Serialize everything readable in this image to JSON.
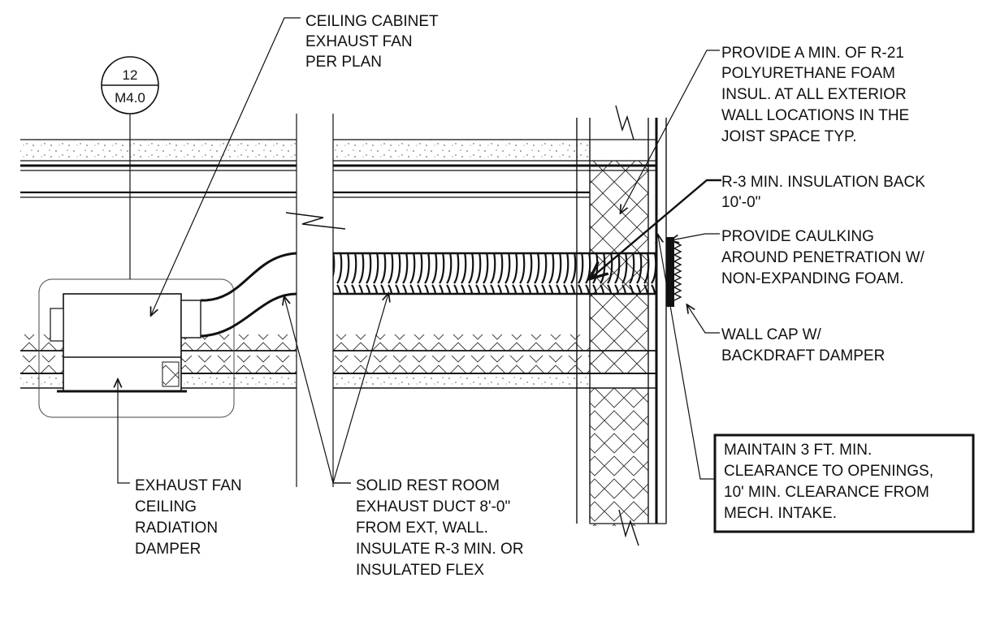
{
  "section_tag": {
    "top": "12",
    "bottom": "M4.0"
  },
  "callouts": {
    "ceiling_fan": [
      "CEILING CABINET",
      "EXHAUST FAN",
      "PER PLAN"
    ],
    "foam_insulation": [
      "PROVIDE A MIN. OF R-21",
      "POLYURETHANE FOAM",
      "INSUL. AT ALL EXTERIOR",
      "WALL LOCATIONS IN THE",
      "JOIST SPACE TYP."
    ],
    "insulation_back": [
      "R-3 MIN. INSULATION BACK",
      "10'-0\""
    ],
    "caulking": [
      "PROVIDE CAULKING",
      "AROUND PENETRATION W/",
      "NON-EXPANDING FOAM."
    ],
    "wall_cap": [
      "WALL CAP W/",
      "BACKDRAFT DAMPER"
    ],
    "radiation_damper": [
      "EXHAUST FAN",
      "CEILING",
      "RADIATION",
      "DAMPER"
    ],
    "exhaust_duct": [
      "SOLID REST ROOM",
      "EXHAUST DUCT 8'-0\"",
      "FROM EXT, WALL.",
      "INSULATE R-3 MIN. OR",
      "INSULATED FLEX"
    ],
    "clearance_note": [
      "MAINTAIN 3 FT. MIN.",
      "CLEARANCE TO OPENINGS,",
      "10' MIN. CLEARANCE FROM",
      "MECH. INTAKE."
    ]
  }
}
